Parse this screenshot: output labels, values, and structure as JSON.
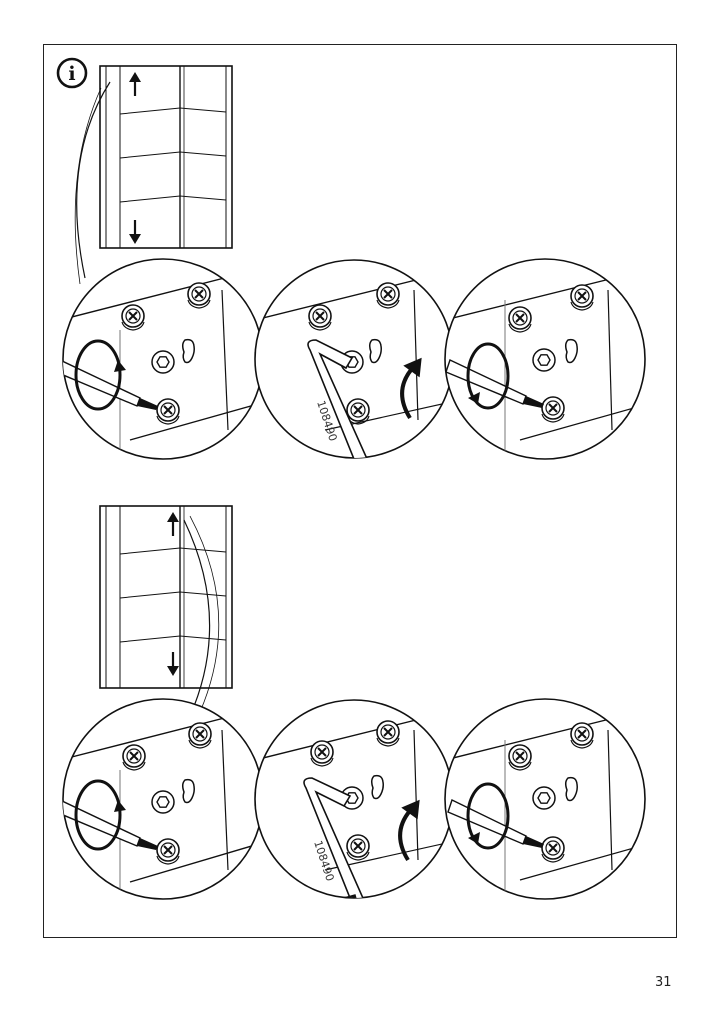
{
  "page": {
    "number": "31"
  },
  "tool": {
    "part_number": "108490"
  },
  "info_icon": {
    "glyph": "i"
  },
  "colors": {
    "ink": "#1a1a1a",
    "background": "#ffffff",
    "panel_edge": "#777777"
  }
}
